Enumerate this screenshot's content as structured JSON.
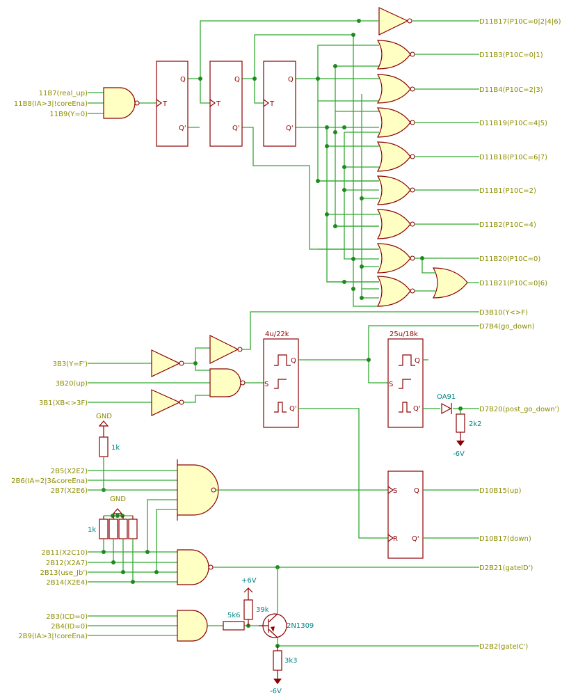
{
  "inputs": {
    "in_11b7": "11B7(real_up)",
    "in_11b8": "11B8(IA>3|!coreEna)",
    "in_11b9": "11B9(Y=0)",
    "in_3b3": "3B3(Y=F')",
    "in_3b20": "3B20(up)",
    "in_3b1": "3B1(XB<>3F)",
    "in_2b5": "2B5(X2E2)",
    "in_2b6": "2B6(IA=2|3&coreEna)",
    "in_2b7": "2B7(X2E6)",
    "in_2b11": "2B11(X2C10)",
    "in_2b12": "2B12(X2A7)",
    "in_2b13": "2B13(use_Jb')",
    "in_2b14": "2B14(X2E4)",
    "in_2b3": "2B3(ICD=0)",
    "in_2b4": "2B4(ID=0)",
    "in_2b9": "2B9(IA>3|!coreEna)"
  },
  "outputs": {
    "out_d11b17": "D11B17(P10C=0|2|4|6)",
    "out_d11b3": "D11B3(P10C=0|1)",
    "out_d11b4": "D11B4(P10C=2|3)",
    "out_d11b19": "D11B19(P10C=4|5)",
    "out_d11b18": "D11B18(P10C=6|7)",
    "out_d11b1": "D11B1(P10C=2)",
    "out_d11b2": "D11B2(P10C=4)",
    "out_d11b20": "D11B20(P10C=0)",
    "out_d11b21": "D11B21(P10C=0|6)",
    "out_d3b10": "D3B10(Y<>F)",
    "out_d7b4": "D7B4(go_down)",
    "out_d7b20": "D7B20(post_go_down')",
    "out_d10b15": "D10B15(up)",
    "out_d10b17": "D10B17(down)",
    "out_d2b21": "D2B21(gateID')",
    "out_d2b2": "D2B2(gateIC')"
  },
  "pins": {
    "t": "T",
    "q": "Q",
    "qn": "Q'",
    "s": "S",
    "r": "R"
  },
  "components": {
    "mono1": "4u/22k",
    "mono2": "25u/18k",
    "diode": "OA91",
    "r_2k2": "2k2",
    "r_1k_a": "1k",
    "r_1k_b": "1k",
    "r_5k6": "5k6",
    "r_39k": "39k",
    "r_3k3": "3k3",
    "transistor": "2N1309",
    "gnd1": "GND",
    "gnd2": "GND",
    "v_plus6": "+6V",
    "v_minus6_a": "-6V",
    "v_minus6_b": "-6V"
  },
  "colors": {
    "wire": "#2fa82f",
    "symbol": "#8c0000",
    "gate_fill": "#ffffc4",
    "net_label": "#8c8c00",
    "value_text": "#008484",
    "junction": "#1e8a1e"
  }
}
